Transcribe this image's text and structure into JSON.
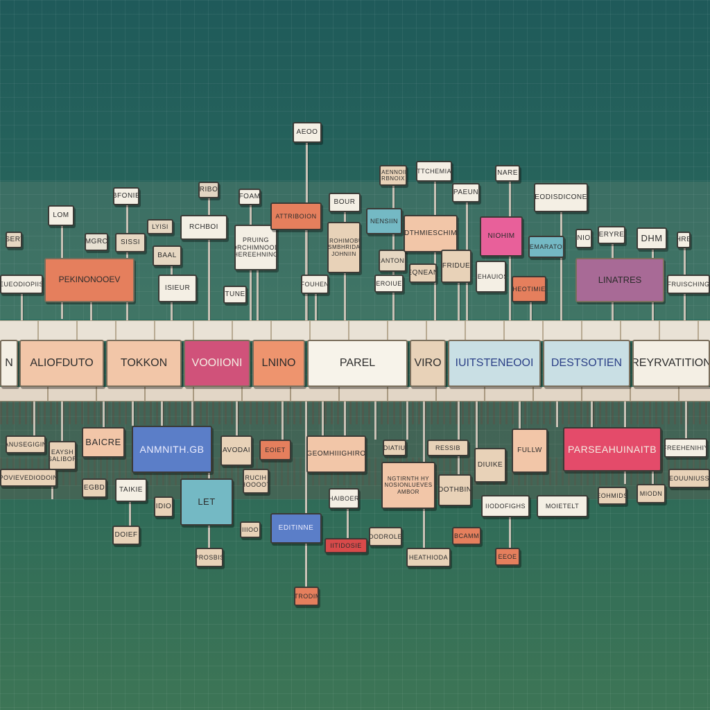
{
  "colors": {
    "background_top": "#1f5a5a",
    "background_bottom": "#3d7556",
    "orange": "#e57f5d",
    "peach": "#f2c6a8",
    "cream": "#f4efe4",
    "pink": "#e8609a",
    "magenta": "#d0527a",
    "blue": "#5b7ec8",
    "teal": "#74b9c4",
    "purple": "#a86a96",
    "tan": "#e8d2b8",
    "red": "#d84a4a"
  },
  "top_node": "AEOO",
  "upper_nodes": [
    "BFONIE",
    "LOM",
    "RIBO",
    "MGRC",
    "SISSI",
    "LYISI",
    "ISERT",
    "BAAL",
    "RCHBOI",
    "FOAM",
    "PRUING\nDRCHIMNOOD\nHEREEHNING",
    "EUEODIOPIIS",
    "PEKINONOOEV",
    "ISIEUR",
    "TUNE",
    "FOUHEN",
    "ATTRIBOION",
    "BOUR",
    "NEROHIMOBUS\nRSMBHRIDAS\nJOHNIIN",
    "RAENNOIH\nRBNOIX",
    "NENSIIN",
    "ATTCHEMIAL",
    "RANTONE",
    "DTHMIESCHIM",
    "FRIDUE",
    "EROIUE",
    "EQNEAN",
    "PAEUN",
    "NARE",
    "NIOHIM",
    "HEMARATOM",
    "HEOTIMIE",
    "EODISDICONE",
    "ERYRE",
    "DHM",
    "HRE",
    "LEHAUIOS",
    "NIO",
    "FRUISCHING",
    "LINATRES"
  ],
  "main_nodes": [
    "N",
    "ALIOFDUTO",
    "TOKKON",
    "VOOIIONI",
    "LNINO",
    "PAREL",
    "VIRO",
    "IUITSTENEOOI",
    "DESTSOTIEN",
    "REYRVATITION"
  ],
  "lower_nodes": [
    "ANUSEGIGIN",
    "EAYSH\nSALIBOR",
    "BAICRE",
    "POVIEVEDIODOIN",
    "EGBD",
    "DOIEF",
    "TAIKIE",
    "IDIO",
    "ANMNITH.GB",
    "AVODAI",
    "EOIET",
    "RUCIH\nHOOOOT",
    "LET",
    "PROSBIS",
    "IIIOO",
    "GEOMHIIIGHIRO",
    "EDITINNE",
    "IITIDOSIE",
    "HAIBOER",
    "ITRODIM",
    "EONIIDIATIUUBEO",
    "DODROLE",
    "NGTIRNTH HY\nNOSIONLUEVES\nAMBOR",
    "RESSIB",
    "OOTHBIN",
    "HEATHIODA",
    "BCAMM",
    "DIUIKE",
    "FULLW",
    "IIODOFIGHS",
    "MOIETELT",
    "EEOE",
    "PARSEAHUINAITB",
    "FREEHENIHIY",
    "EOHMIDS",
    "EOUUNIUSS",
    "MIODN"
  ]
}
